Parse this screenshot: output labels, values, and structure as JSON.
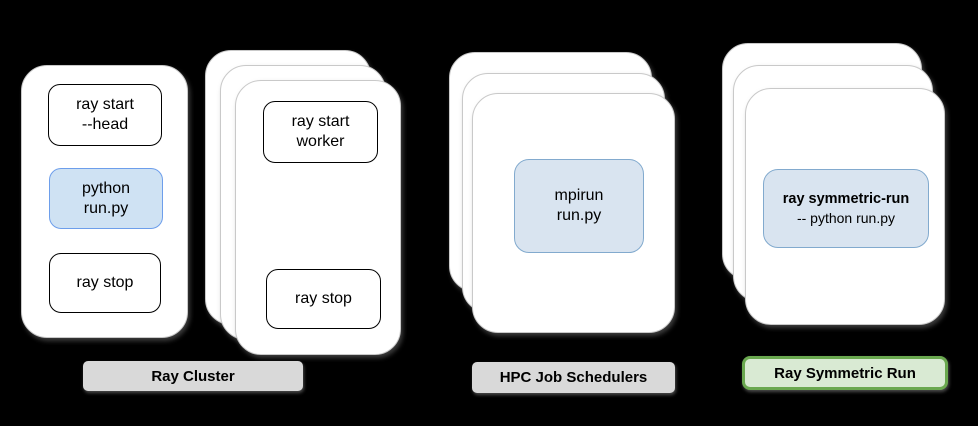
{
  "colors": {
    "canvas_bg": "#000000",
    "card_fill": "#ffffff",
    "card_edge": "#c9c9c9",
    "step_border": "#000000",
    "blue_fill": "#cfe2f3",
    "blue_border": "#6d9eeb",
    "blue_fill_soft": "#d9e4f0",
    "blue_border_soft": "#82aace",
    "gray_label_fill": "#d9d9d9",
    "green_label_fill": "#d9ead3",
    "green_label_border": "#6aa84f",
    "text": "#000000"
  },
  "ray_cluster": {
    "label": "Ray Cluster",
    "head_node": {
      "start": "ray start\n--head",
      "run": "python\nrun.py",
      "stop": "ray stop"
    },
    "worker_nodes": {
      "start": "ray start\nworker",
      "stop": "ray stop"
    }
  },
  "hpc": {
    "label": "HPC Job Schedulers",
    "command": "mpirun\nrun.py"
  },
  "symmetric": {
    "label": "Ray Symmetric Run",
    "command_title": "ray symmetric-run",
    "command_subtitle": "-- python run.py"
  }
}
